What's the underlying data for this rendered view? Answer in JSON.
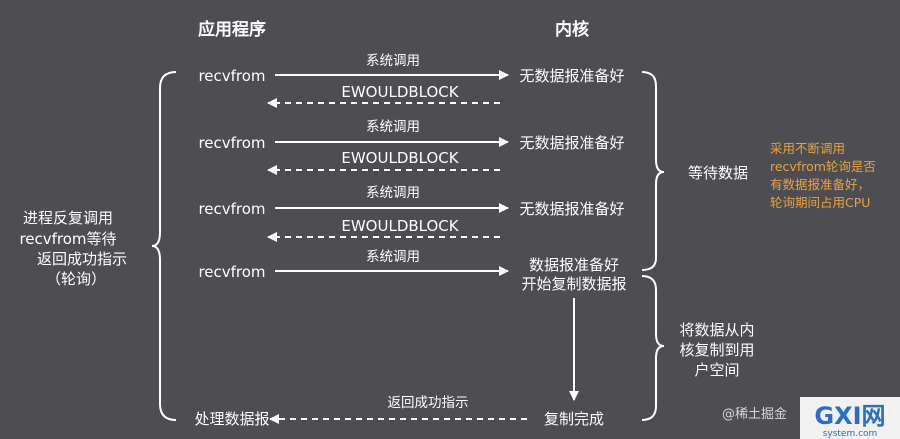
{
  "headers": {
    "app": "应用程序",
    "kernel": "内核"
  },
  "rounds": [
    {
      "app_call": "recvfrom",
      "syscall": "系统调用",
      "kernel_state": "无数据报准备好",
      "reply": "EWOULDBLOCK"
    },
    {
      "app_call": "recvfrom",
      "syscall": "系统调用",
      "kernel_state": "无数据报准备好",
      "reply": "EWOULDBLOCK"
    },
    {
      "app_call": "recvfrom",
      "syscall": "系统调用",
      "kernel_state": "无数据报准备好",
      "reply": "EWOULDBLOCK"
    }
  ],
  "final_round": {
    "app_call": "recvfrom",
    "syscall": "系统调用",
    "kernel_state_lines": [
      "数据报准备好",
      "开始复制数据报"
    ]
  },
  "left_brace_lines": [
    "进程反复调用",
    "recvfrom等待",
    "返回成功指示",
    "（轮询）"
  ],
  "wait_label": "等待数据",
  "copy_label_lines": [
    "将数据从内",
    "核复制到用",
    "户空间"
  ],
  "note_lines": [
    "采用不断调用",
    "recvfrom轮询是否",
    "有数据报准备好，",
    "轮询期间占用CPU"
  ],
  "bottom": {
    "process": "处理数据报",
    "return_label": "返回成功指示",
    "copy_done": "复制完成"
  },
  "watermark": {
    "site": "@稀土掘金",
    "brand": "GXI网",
    "brand_sub": "system.com"
  },
  "colors": {
    "background": "#4d4d52",
    "line": "#ffffff",
    "note": "#e8a33d"
  }
}
